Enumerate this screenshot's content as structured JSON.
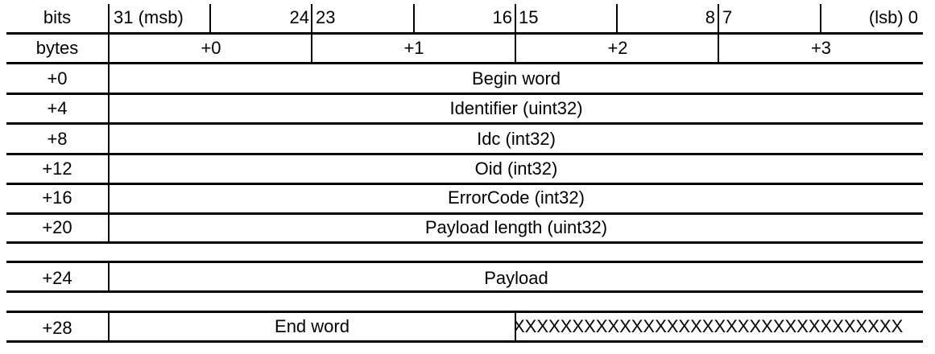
{
  "header": {
    "bits_label": "bits",
    "bit_31": "31 (msb)",
    "bit_24": "24",
    "bit_23": "23",
    "bit_16": "16",
    "bit_15": "15",
    "bit_8": "8",
    "bit_7": "7",
    "bit_0": "(lsb) 0",
    "bytes_label": "bytes",
    "byte_offsets": [
      "+0",
      "+1",
      "+2",
      "+3"
    ]
  },
  "rows": [
    {
      "offset": "+0",
      "field": "Begin word"
    },
    {
      "offset": "+4",
      "field": "Identifier (uint32)"
    },
    {
      "offset": "+8",
      "field": "Idc (int32)"
    },
    {
      "offset": "+12",
      "field": "Oid (int32)"
    },
    {
      "offset": "+16",
      "field": "ErrorCode (int32)"
    },
    {
      "offset": "+20",
      "field": "Payload length (uint32)"
    },
    {
      "offset": "+24",
      "field": "Payload"
    },
    {
      "offset": "+28",
      "field": "End word",
      "padding": "XXXXXXXXXXXXXXXXXXXXXXXXXXXXXXXXX"
    }
  ]
}
